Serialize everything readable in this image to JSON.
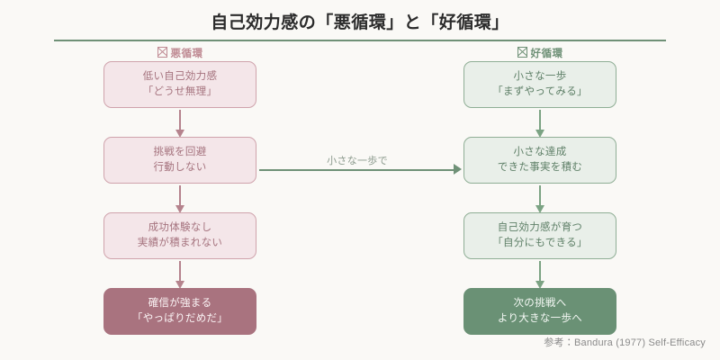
{
  "page": {
    "title": "自己効力感の「悪循環」と「好循環」",
    "background_color": "#faf9f6",
    "rule_color": "#6f9177"
  },
  "columns": [
    {
      "id": "bad-cycle",
      "header_label": "悪循環",
      "header_icon": "missing-glyph-box-icon",
      "accent_color": "#a9737f",
      "nodes": [
        {
          "line1": "低い自己効力感",
          "line2": "「どうせ無理」",
          "emphasis": "normal"
        },
        {
          "line1": "挑戦を回避",
          "line2": "行動しない",
          "emphasis": "normal"
        },
        {
          "line1": "成功体験なし",
          "line2": "実績が積まれない",
          "emphasis": "normal"
        },
        {
          "line1": "確信が強まる",
          "line2": "「やっぱりだめだ」",
          "emphasis": "strong"
        }
      ]
    },
    {
      "id": "good-cycle",
      "header_label": "好循環",
      "header_icon": "missing-glyph-box-icon",
      "accent_color": "#6a9175",
      "nodes": [
        {
          "line1": "小さな一歩",
          "line2": "「まずやってみる」",
          "emphasis": "normal"
        },
        {
          "line1": "小さな達成",
          "line2": "できた事実を積む",
          "emphasis": "normal"
        },
        {
          "line1": "自己効力感が育つ",
          "line2": "「自分にもできる」",
          "emphasis": "normal"
        },
        {
          "line1": "次の挑戦へ",
          "line2": "より大きな一歩へ",
          "emphasis": "strong"
        }
      ]
    }
  ],
  "connector": {
    "label": "小さな一歩で",
    "color": "#6f9177",
    "direction": "left-to-right"
  },
  "footnote": {
    "text": "参考：Bandura (1977) Self-Efficacy"
  }
}
